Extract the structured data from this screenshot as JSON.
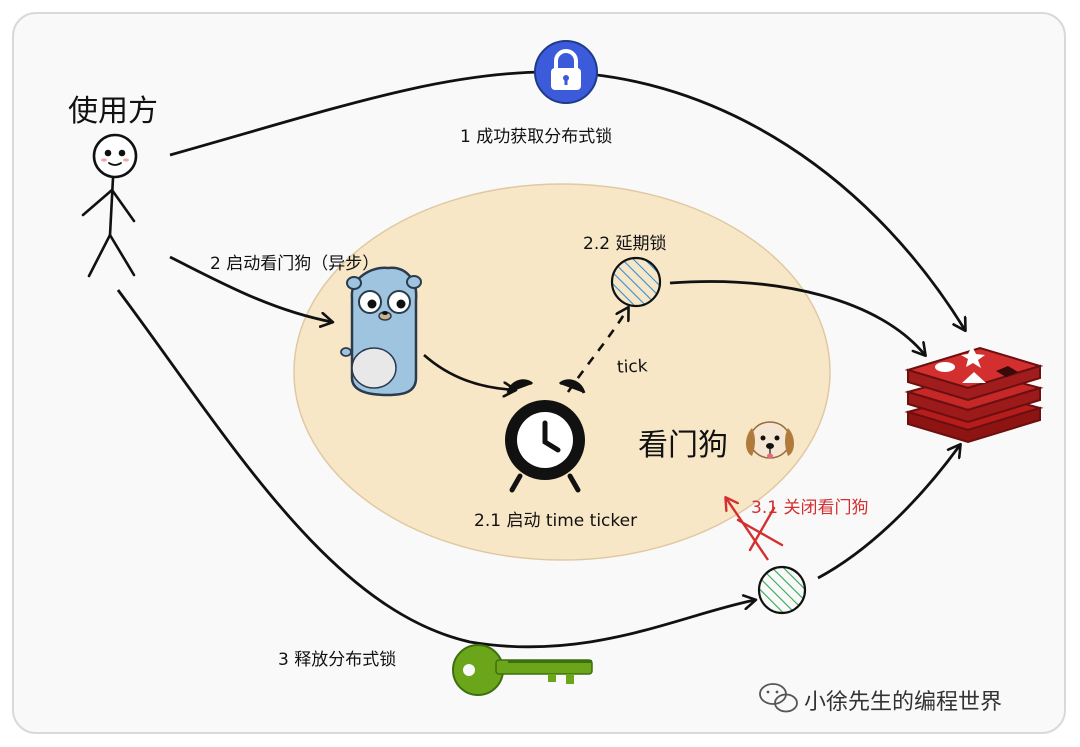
{
  "labels": {
    "user": "使用方",
    "step1": "1 成功获取分布式锁",
    "step2": "2 启动看门狗（异步）",
    "step2_2": "2.2 延期锁",
    "tick": "tick",
    "watchdog": "看门狗",
    "step2_1": "2.1 启动 time ticker",
    "step3_1": "3.1 关闭看门狗",
    "step3": "3 释放分布式锁",
    "watermark": "小徐先生的编程世界"
  },
  "colors": {
    "frame_bg": "#f9f9f9",
    "watchdog_area": "#f8e7c7",
    "lock_blue": "#3b5bdb",
    "key_green": "#5a9216",
    "redis_red": "#c62828",
    "close_red": "#d32f2f",
    "renew_hatch": "#2f8fd8",
    "release_hatch": "#2fa84f"
  },
  "icons": [
    "stick-figure-icon",
    "padlock-icon",
    "gopher-icon",
    "alarm-clock-icon",
    "dog-emoji-icon",
    "redis-stack-icon",
    "key-icon",
    "wechat-icon"
  ]
}
